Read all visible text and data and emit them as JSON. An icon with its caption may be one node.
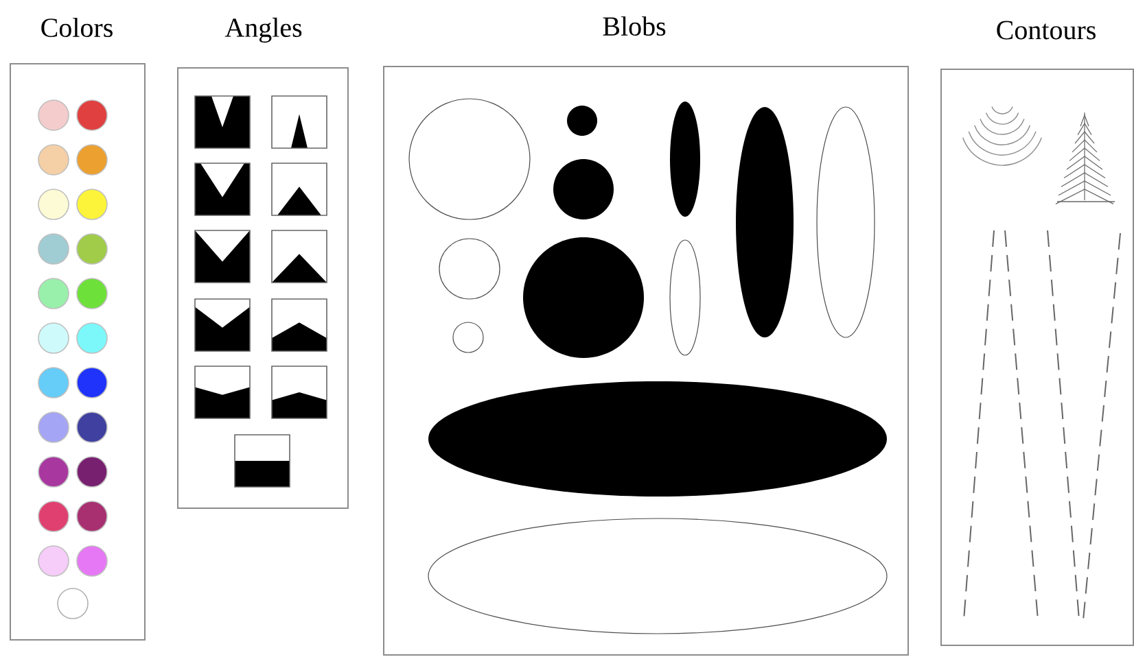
{
  "diagram": {
    "nodes": [
      {
        "text": [
          "Colors"
        ]
      },
      {
        "text": [
          "Angles"
        ]
      },
      {
        "text": [
          "Blobs"
        ]
      },
      {
        "text": [
          "Contours"
        ]
      }
    ]
  }
}
